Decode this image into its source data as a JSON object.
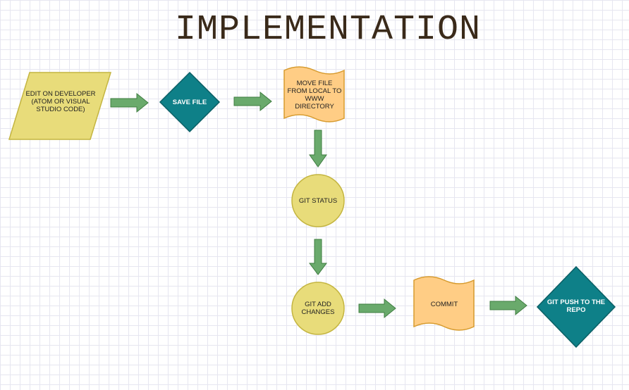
{
  "title": "IMPLEMENTATION",
  "nodes": {
    "edit": "EDIT ON DEVELOPER (ATOM OR VISUAL STUDIO CODE)",
    "save": "SAVE FILE",
    "move": "MOVE FILE FROM LOCAL TO WWW DIRECTORY",
    "status": "GIT STATUS",
    "add": "GIT ADD CHANGES",
    "commit": "COMMIT",
    "push": "GIT PUSH TO THE REPO"
  },
  "colors": {
    "yellow_fill": "#e8dc7a",
    "yellow_stroke": "#c4b540",
    "orange_fill": "#ffcd85",
    "orange_stroke": "#d79b2e",
    "teal_fill": "#0e8088",
    "teal_stroke": "#0b5f65",
    "arrow_fill": "#6aaa6c",
    "arrow_stroke": "#3f7d41"
  }
}
